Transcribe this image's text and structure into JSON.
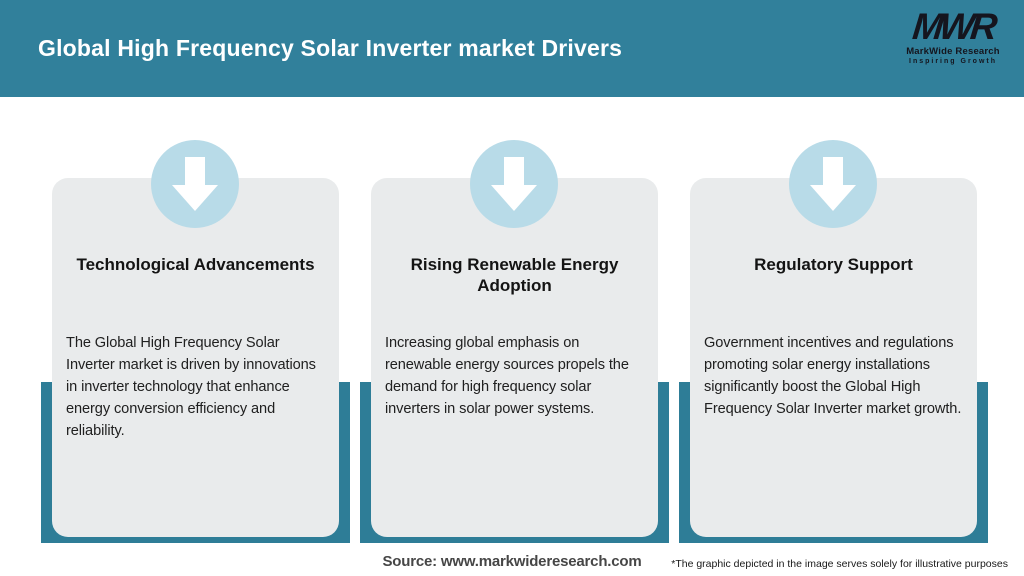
{
  "header": {
    "title": "Global High Frequency Solar Inverter market Drivers",
    "logo": {
      "mark": "MWR",
      "name": "MarkWide Research",
      "tagline": "Inspiring Growth"
    }
  },
  "cards": [
    {
      "icon": "down-arrow-icon",
      "title": "Technological Advancements",
      "body": "The Global High Frequency Solar Inverter market is driven by innovations in inverter technology that enhance energy conversion efficiency and reliability."
    },
    {
      "icon": "down-arrow-icon",
      "title": "Rising Renewable Energy Adoption",
      "body": "Increasing global emphasis on renewable energy sources propels the demand for high frequency solar inverters in solar power systems."
    },
    {
      "icon": "down-arrow-icon",
      "title": "Regulatory Support",
      "body": "Government incentives and regulations promoting solar energy installations significantly boost the Global High Frequency Solar Inverter market growth."
    }
  ],
  "footer": {
    "source": "Source: www.markwideresearch.com",
    "disclaimer": "*The graphic depicted in the image serves solely for illustrative purposes"
  },
  "colors": {
    "header_teal": "#31809b",
    "frame_teal": "#2e7d97",
    "circle_blue": "#b8dbe8",
    "card_gray": "#e9ebec",
    "title_white": "#ffffff",
    "text_dark": "#202020"
  }
}
